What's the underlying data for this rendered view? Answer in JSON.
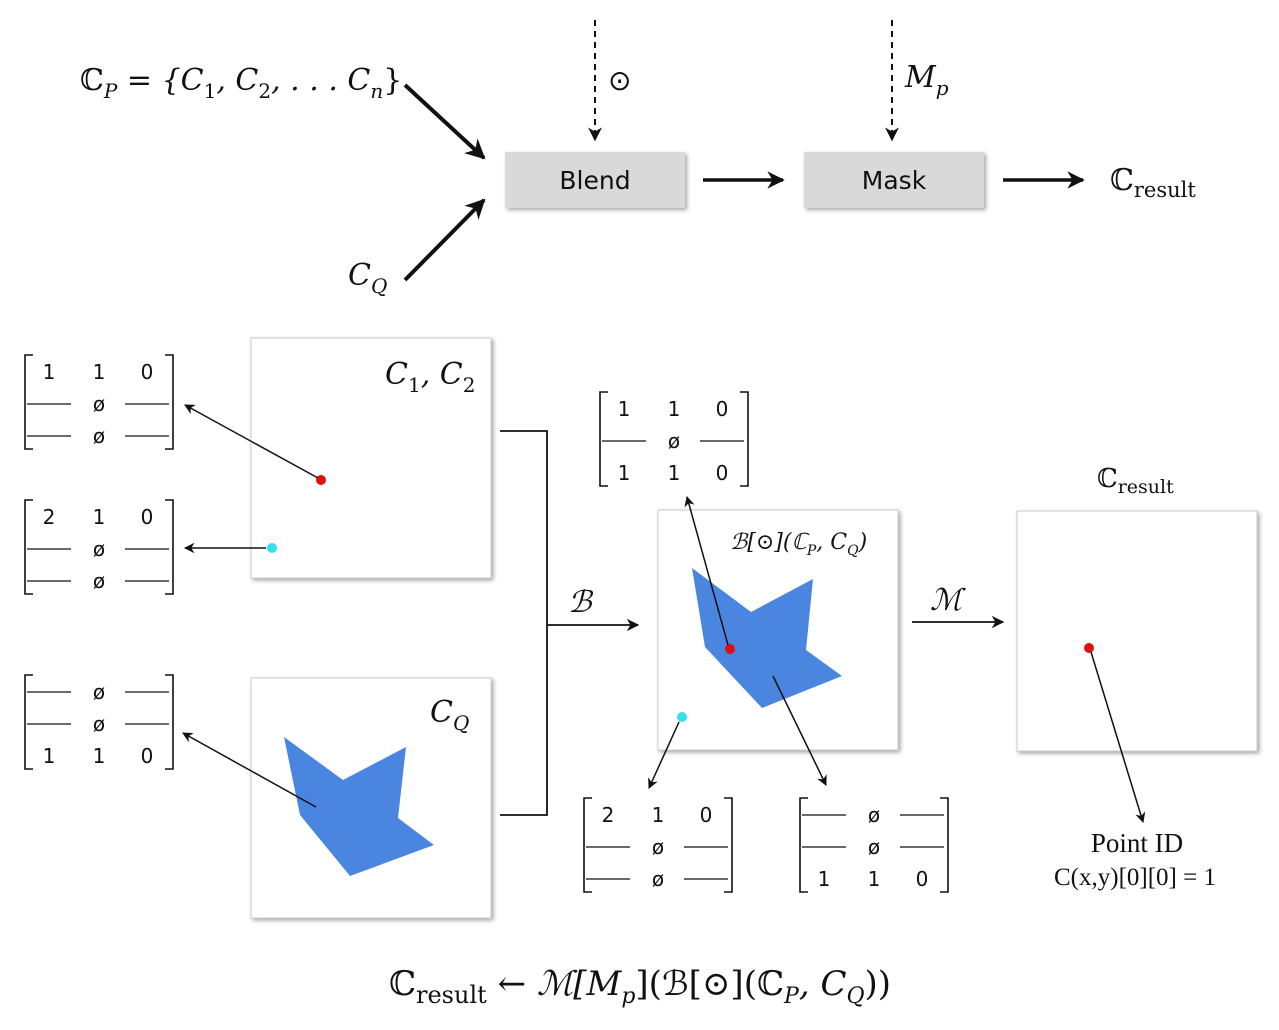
{
  "top_flow": {
    "input_set_label": "ℂ",
    "input_set_sub": "P",
    "input_set_rest": " = {C",
    "input_set_c1_sub": "1",
    "input_set_comma2": ", C",
    "input_set_c2_sub": "2",
    "input_set_dots": ", . . . C",
    "input_set_cn_sub": "n",
    "input_set_close": "}",
    "query_label": "C",
    "query_sub": "Q",
    "operator_label": "⊙",
    "mask_param_label": "M",
    "mask_param_sub": "p",
    "blend_label": "Blend",
    "mask_label": "Mask",
    "result_label": "ℂ",
    "result_sub": "result"
  },
  "panels": {
    "c1c2": {
      "title_c": "C",
      "title_sub1": "1",
      "title_mid": ", C",
      "title_sub2": "2"
    },
    "cq": {
      "title_c": "C",
      "title_sub": "Q"
    },
    "blend": {
      "title": "ℬ[⊙](ℂ",
      "title_sub_p": "P",
      "title_mid": ", C",
      "title_sub_q": "Q",
      "title_close": ")"
    },
    "result": {
      "title": "ℂ",
      "title_sub": "result"
    }
  },
  "operators": {
    "blend_symbol": "ℬ",
    "mask_symbol": "ℳ"
  },
  "matrices": {
    "c1c2_red": [
      [
        "1",
        "1",
        "0"
      ],
      [
        "—",
        "ø",
        "—"
      ],
      [
        "—",
        "ø",
        "—"
      ]
    ],
    "c1c2_cyan": [
      [
        "2",
        "1",
        "0"
      ],
      [
        "—",
        "ø",
        "—"
      ],
      [
        "—",
        "ø",
        "—"
      ]
    ],
    "cq_blue": [
      [
        "—",
        "ø",
        "—"
      ],
      [
        "—",
        "ø",
        "—"
      ],
      [
        "1",
        "1",
        "0"
      ]
    ],
    "blend_red": [
      [
        "1",
        "1",
        "0"
      ],
      [
        "—",
        "ø",
        "—"
      ],
      [
        "1",
        "1",
        "0"
      ]
    ],
    "blend_cyan": [
      [
        "2",
        "1",
        "0"
      ],
      [
        "—",
        "ø",
        "—"
      ],
      [
        "—",
        "ø",
        "—"
      ]
    ],
    "blend_blue": [
      [
        "—",
        "ø",
        "—"
      ],
      [
        "—",
        "ø",
        "—"
      ],
      [
        "1",
        "1",
        "0"
      ]
    ]
  },
  "point_id": {
    "label": "Point ID",
    "formula": "C(x,y)[0][0] = 1"
  },
  "bottom_formula": {
    "result": "ℂ",
    "result_sub": "result",
    "arrow": " ← ",
    "mask": "ℳ[M",
    "mask_sub": "p",
    "blend": "](ℬ[⊙](ℂ",
    "p_sub": "P",
    "mid": ", C",
    "q_sub": "Q",
    "close": "))"
  },
  "colors": {
    "red": "#e01010",
    "cyan": "#33e0f0",
    "blue": "#4a86e0",
    "box_fill": "#d9d9d9"
  }
}
